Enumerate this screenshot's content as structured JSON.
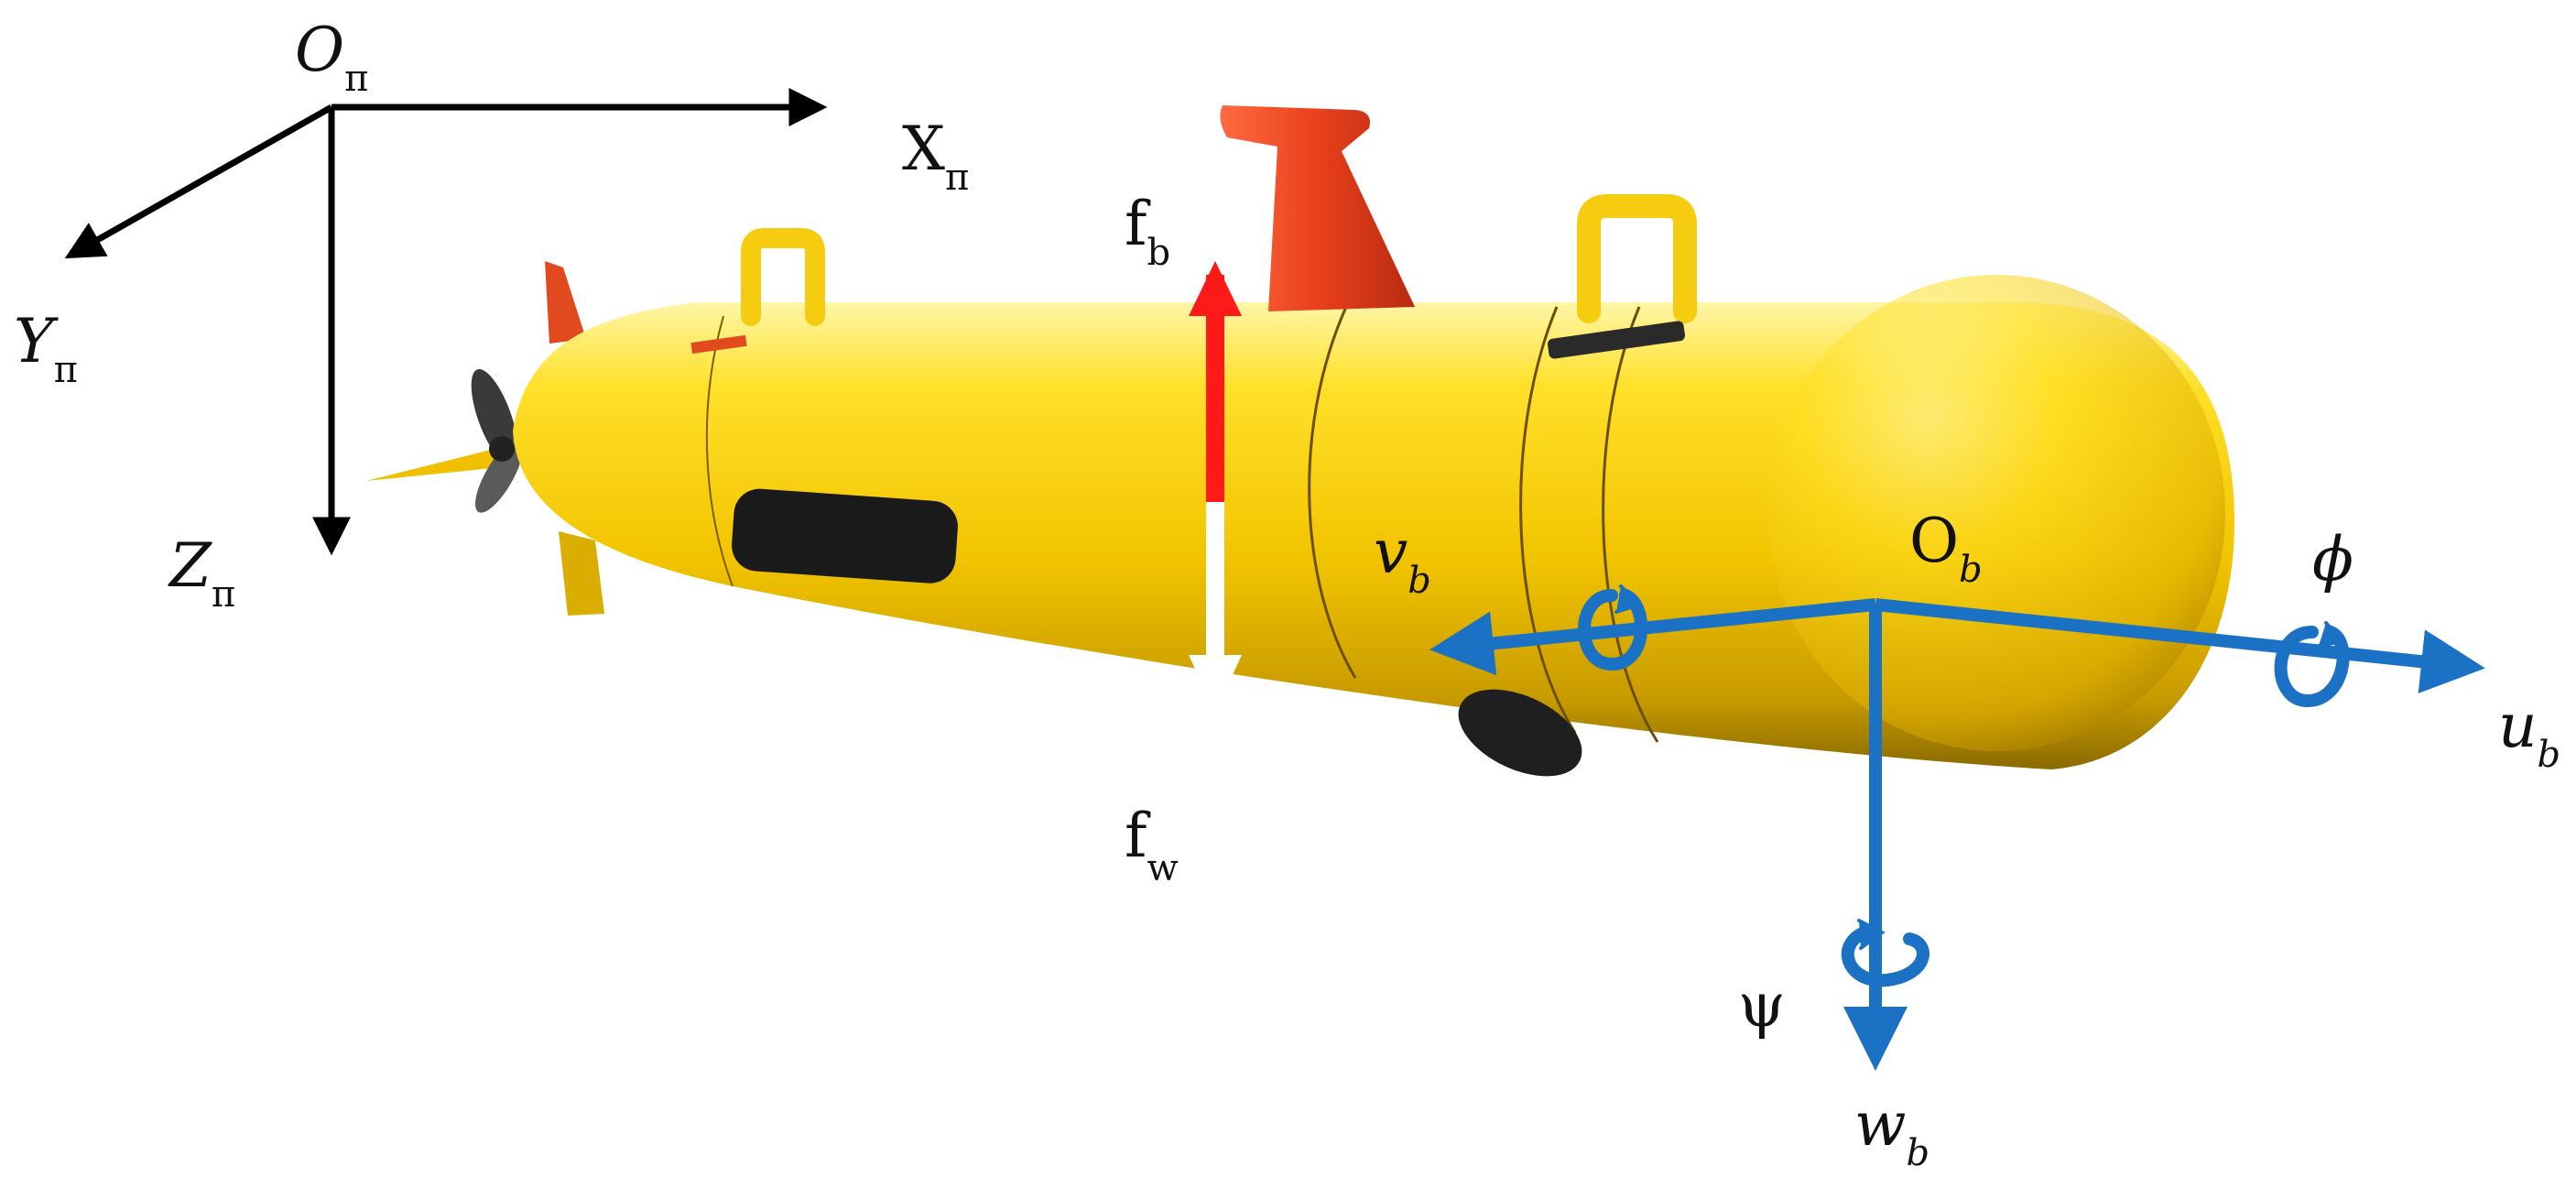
{
  "inertial_frame": {
    "origin_label": "O",
    "origin_sub": "π",
    "x_label": "X",
    "x_sub": "π",
    "y_label": "Y",
    "y_sub": "π",
    "z_label": "Z",
    "z_sub": "π",
    "color": "#000000"
  },
  "body_frame": {
    "origin_label": "O",
    "origin_sub": "b",
    "u_label": "u",
    "u_sub": "b",
    "v_label": "v",
    "v_sub": "b",
    "w_label": "w",
    "w_sub": "b",
    "roll_label": "ϕ",
    "yaw_label": "ψ",
    "color": "#1b72c4"
  },
  "forces": {
    "buoyancy_label": "f",
    "buoyancy_sub": "b",
    "buoyancy_color": "#ff1a1a",
    "weight_label": "f",
    "weight_sub": "w",
    "weight_color": "#ffffff"
  },
  "vehicle": {
    "hull_color": "#f2c400",
    "mast_color": "#e8401c",
    "handle_color": "#f5cc10"
  }
}
